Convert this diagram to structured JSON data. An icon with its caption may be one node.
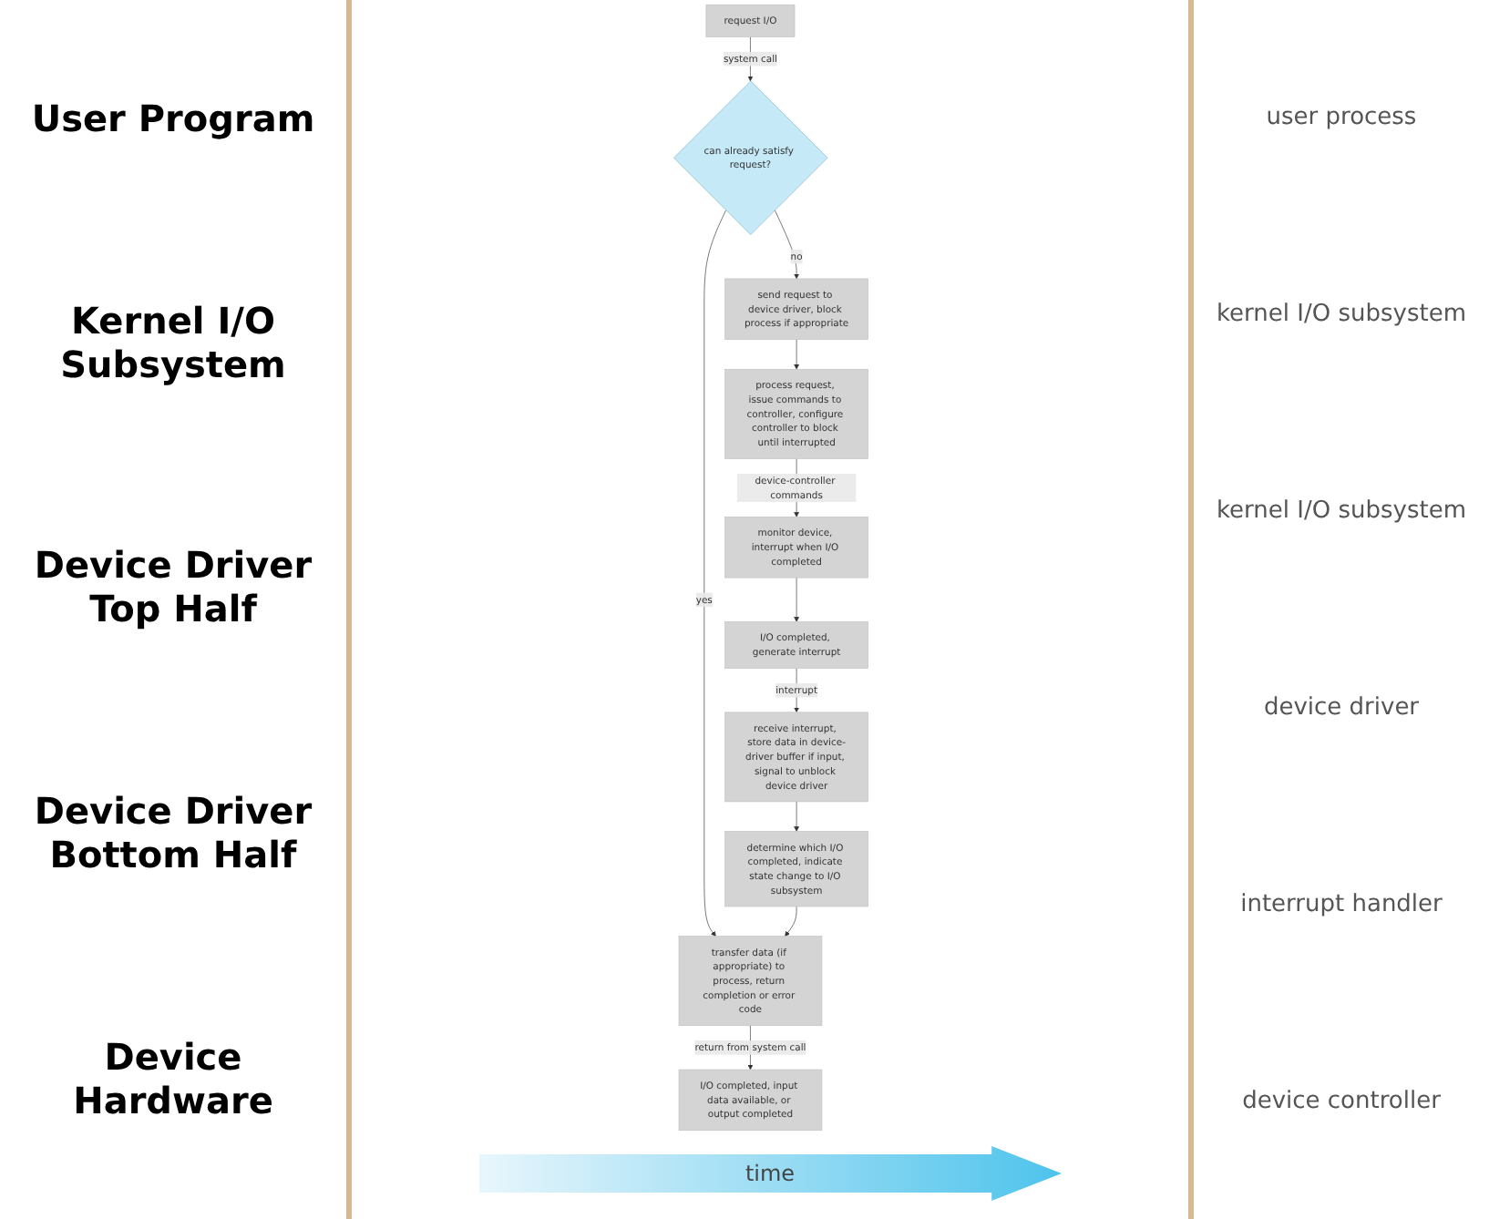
{
  "diagram": {
    "nodes": [
      {
        "text": [
          "request I/O"
        ]
      },
      {
        "text": [
          "can already satisfy request?"
        ]
      },
      {
        "text": [
          "send request to device driver, block process if appropriate"
        ]
      },
      {
        "text": [
          "process request, issue commands to controller, configure controller to block until interrupted"
        ]
      },
      {
        "text": [
          "monitor device, interrupt when I/O completed"
        ]
      },
      {
        "text": [
          "I/O completed, generate interrupt"
        ]
      },
      {
        "text": [
          "receive interrupt, store data in device-driver buffer if input, signal to unblock device driver"
        ]
      },
      {
        "text": [
          "determine which I/O completed, indicate state change to I/O subsystem"
        ]
      },
      {
        "text": [
          "transfer data (if appropriate) to process, return completion or error code"
        ]
      },
      {
        "text": [
          "I/O completed, input data available, or output completed"
        ]
      }
    ],
    "edges": [
      {
        "from": 0,
        "to": 1,
        "arrow": "to",
        "label": "system call"
      },
      {
        "from": 1,
        "to": 8,
        "arrow": "to",
        "label": "yes"
      },
      {
        "from": 1,
        "to": 2,
        "arrow": "to",
        "label": "no"
      },
      {
        "from": 2,
        "to": 3,
        "arrow": "to"
      },
      {
        "from": 3,
        "to": 4,
        "arrow": "to",
        "label": "device-controller commands"
      },
      {
        "from": 4,
        "to": 5,
        "arrow": "to"
      },
      {
        "from": 5,
        "to": 6,
        "arrow": "to",
        "label": "interrupt"
      },
      {
        "from": 6,
        "to": 7,
        "arrow": "to"
      },
      {
        "from": 7,
        "to": 8,
        "arrow": "to"
      },
      {
        "from": 8,
        "to": 9,
        "arrow": "to",
        "label": "return from system call"
      }
    ],
    "labels": [
      "User Program",
      "Kernel I/O Subsystem",
      "Device Driver Top Half",
      "Device Driver Bottom Half",
      "Device Hardware",
      "user process",
      "kernel I/O subsystem",
      "kernel I/O subsystem",
      "device driver",
      "interrupt handler",
      "device controller",
      "time"
    ]
  }
}
